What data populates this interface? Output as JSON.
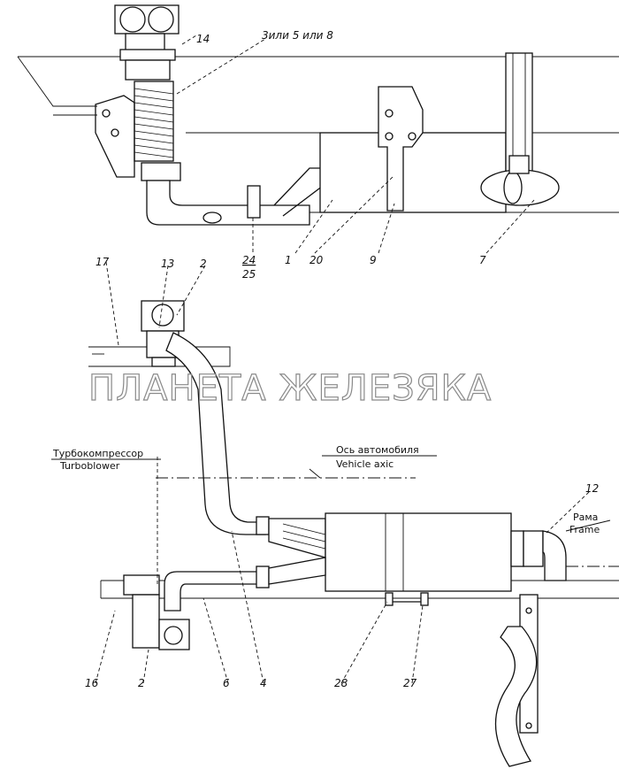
{
  "watermark": "ПЛАНЕТА ЖЕЛЕЗЯКА",
  "top_view": {
    "note": "3или 5 или 8",
    "labels": [
      "14",
      "24",
      "25",
      "1",
      "20",
      "9",
      "7"
    ]
  },
  "bottom_view": {
    "labels_top": [
      "17",
      "13",
      "2"
    ],
    "labels_bottom": [
      "16",
      "2",
      "6",
      "4",
      "28",
      "27"
    ],
    "label_right": "12",
    "turbo_ru": "Турбокомпрессор",
    "turbo_en": "Turboblower",
    "axis_ru": "Ось автомобиля",
    "axis_en": "Vehicle axic",
    "frame_ru": "Рама",
    "frame_en": "Frame"
  }
}
